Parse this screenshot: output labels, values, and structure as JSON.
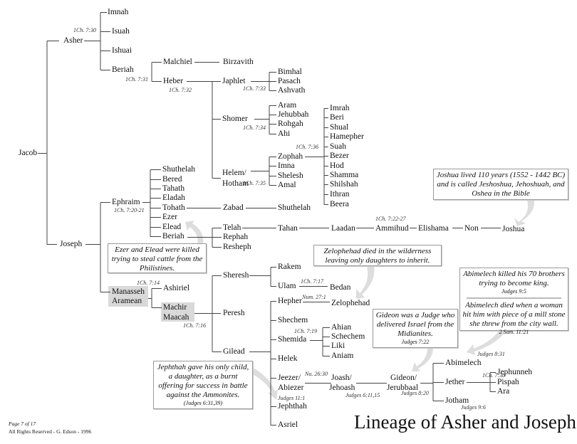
{
  "title": "Lineage of Asher and Joseph",
  "footer": {
    "page": "Page 7 of 17",
    "rights": "All Rights Reserved  -  G. Edson  -  1996"
  },
  "people": {
    "jacob": "Jacob",
    "asher": "Asher",
    "imnah": "Imnah",
    "isuah": "Isuah",
    "ishuai": "Ishuai",
    "beriah_a": "Beriah",
    "malchiel": "Malchiel",
    "birzavith": "Birzavith",
    "heber": "Heber",
    "japhlet": "Japhlet",
    "bimhal": "Bimhal",
    "pasach": "Pasach",
    "ashvath": "Ashvath",
    "shomer": "Shomer",
    "aram": "Aram",
    "jehubbah": "Jehubbah",
    "rohgah": "Rohgah",
    "ahi": "Ahi",
    "helem": "Helem/",
    "hotham": "Hotham",
    "zophah": "Zophah",
    "imna": "Imna",
    "shelesh": "Shelesh",
    "amal": "Amal",
    "imrah": "Imrah",
    "beri": "Beri",
    "shual": "Shual",
    "hamepher": "Hamepher",
    "suah": "Suah",
    "bezer": "Bezer",
    "hod": "Hod",
    "shamma": "Shamma",
    "shilshah": "Shilshah",
    "ithran": "Ithran",
    "beera": "Beera",
    "joseph": "Joseph",
    "ephraim": "Ephraim",
    "shuthelah_e": "Shuthelah",
    "bered": "Bered",
    "tahath": "Tahath",
    "eladah": "Eladah",
    "tohath": "Tohath",
    "ezer": "Ezer",
    "elead": "Elead",
    "beriah_e": "Beriah",
    "zabad": "Zabad",
    "shuthelah_z": "Shuthelah",
    "telah": "Telah",
    "rephah": "Rephah",
    "resheph": "Resheph",
    "tahan": "Tahan",
    "laadan": "Laadan",
    "ammihud": "Ammihud",
    "elishama": "Elishama",
    "non": "Non",
    "joshua": "Joshua",
    "manasseh": "Manasseh",
    "aramean": "Aramean",
    "ashiriel": "Ashiriel",
    "machir": "Machir",
    "maacah": "Maacah",
    "peresh": "Peresh",
    "sheresh": "Sheresh",
    "rakem": "Rakem",
    "ulam": "Ulam",
    "bedan": "Bedan",
    "gilead": "Gilead",
    "hepher": "Hepher",
    "zelophehad": "Zelophehad",
    "shechem": "Shechem",
    "shemida": "Shemida",
    "ahian": "Ahian",
    "schechem": "Schechem",
    "liki": "Liki",
    "aniam": "Aniam",
    "helek": "Helek",
    "jeezer": "Jeezer/",
    "abiezer": "Abiezer",
    "jephthah": "Jephthah",
    "asriel": "Asriel",
    "joash": "Joash/",
    "jehoash": "Jehoash",
    "gideon": "Gideon/",
    "jerubbaal": "Jerubbaal",
    "abimelech": "Abimelech",
    "jether": "Jether",
    "jotham": "Jotham",
    "jephunneh": "Jephunneh",
    "pispah": "Pispah",
    "ara": "Ara"
  },
  "refs": {
    "r730": "1Ch. 7:30",
    "r731": "1Ch. 7:31",
    "r732": "1Ch. 7:32",
    "r733": "1Ch. 7:33",
    "r734": "1Ch. 7:34",
    "r735": "1Ch. 7:35",
    "r736": "1Ch. 7:36",
    "r720": "1Ch. 7:20-21",
    "r722": "1Ch. 7:22-27",
    "r714": "1Ch. 7:14",
    "r716": "1Ch. 7:16",
    "r717": "1Ch. 7:17",
    "num27": "Num. 27:1",
    "r719": "1Ch. 7:19",
    "nu2630": "Nu. 26:30",
    "j111": "Judges 11:1",
    "j611": "Judges 6:11,15",
    "j820": "Judges 8:20",
    "j831": "Judges 8:31",
    "j96": "Judges 9:6",
    "r738": "1Ch. 7:38"
  },
  "notes": {
    "joshua": {
      "text": "Joshua lived 110 years (1552 - 1442 BC) and is called Jeshoshua, Jehoshuah, and Oshea in the Bible"
    },
    "ezer": {
      "text": "Ezer and Elead were killed trying to steal cattle from the Philistines."
    },
    "zelophehad": {
      "text": "Zelophehad died in the wilderness leaving only daughters to inherit."
    },
    "gideon": {
      "text": "Gideon was a Judge who delivered Israel from the Midianites.",
      "src": "Judges 7:22"
    },
    "abimelech1": {
      "text": "Abimelech killed his 70 brothers trying to become king.",
      "src": "Judges 9:5"
    },
    "abimelech2": {
      "text": "Abimelech died when a woman hit him with piece of a mill stone she threw from the city wall.",
      "src": "2 Sam. 11:21"
    },
    "jephthah": {
      "text": "Jephthah gave his only child, a daughter, as a burnt offering for success in battle against the Ammonites.",
      "src": "(Judges 6:31,39)"
    }
  }
}
